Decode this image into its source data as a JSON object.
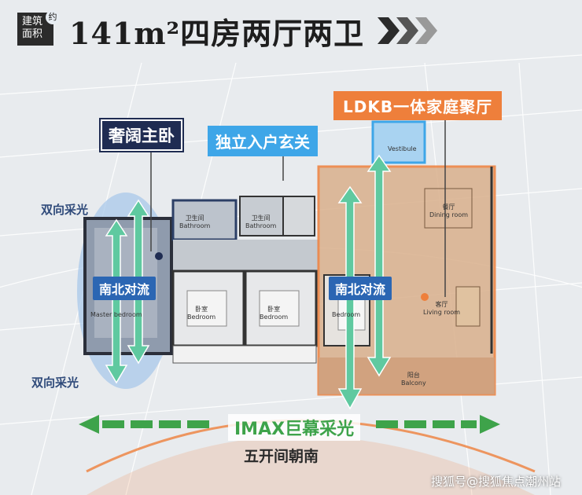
{
  "header": {
    "area_tag_line1": "建筑",
    "area_tag_line2": "面积",
    "approx": "约",
    "title": "141m²四房两厅两卫"
  },
  "labels": {
    "master": "奢阔主卧",
    "entrance": "独立入户玄关",
    "ldkb": "LDKB一体家庭聚厅",
    "light_top": "双向采光",
    "light_bottom": "双向采光",
    "convection_left": "南北对流",
    "convection_right": "南北对流",
    "imax": "IMAX巨幕采光",
    "five_rooms": "五开间朝南"
  },
  "rooms": {
    "bathroom1_cn": "卫生间",
    "bathroom1_en": "Bathroom",
    "bathroom2_cn": "卫生间",
    "bathroom2_en": "Bathroom",
    "vestibule": "Vestibule",
    "dining_cn": "餐厅",
    "dining_en": "Dining room",
    "master_en": "Master bedroom",
    "bed1_cn": "卧室",
    "bed1_en": "Bedroom",
    "bed2_cn": "卧室",
    "bed2_en": "Bedroom",
    "bed3_en": "Bedroom",
    "living_cn": "客厅",
    "living_en": "Living room",
    "balcony_cn": "阳台",
    "balcony_en": "Balcony"
  },
  "watermark": "搜狐号@搜狐焦点潮州站",
  "colors": {
    "navy": "#1f2c52",
    "blue": "#3ea6e8",
    "orange": "#ee7f3b",
    "green": "#3ea34a",
    "teal_arrow": "#5fc9a0",
    "badge": "#2b66b3"
  }
}
